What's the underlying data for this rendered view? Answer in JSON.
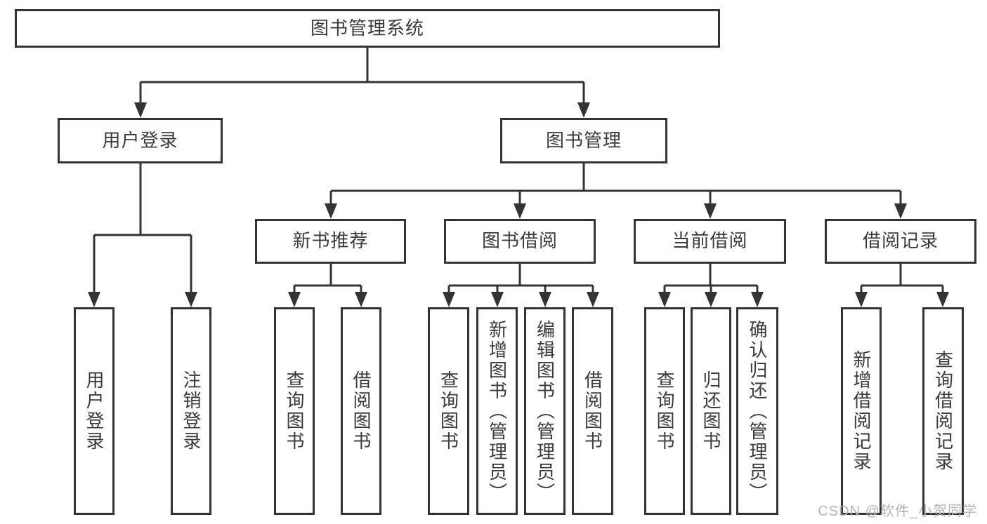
{
  "diagram": {
    "tree": {
      "label": "图书管理系统",
      "children": [
        {
          "label": "用户登录",
          "children": [
            {
              "label": "用户登录"
            },
            {
              "label": "注销登录"
            }
          ]
        },
        {
          "label": "图书管理",
          "children": [
            {
              "label": "新书推荐",
              "children": [
                {
                  "label": "查询图书"
                },
                {
                  "label": "借阅图书"
                }
              ]
            },
            {
              "label": "图书借阅",
              "children": [
                {
                  "label": "查询图书"
                },
                {
                  "label": "新增图书（管理员）"
                },
                {
                  "label": "编辑图书（管理员）"
                },
                {
                  "label": "借阅图书"
                }
              ]
            },
            {
              "label": "当前借阅",
              "children": [
                {
                  "label": "查询图书"
                },
                {
                  "label": "归还图书"
                },
                {
                  "label": "确认归还（管理员）"
                }
              ]
            },
            {
              "label": "借阅记录",
              "children": [
                {
                  "label": "新增借阅记录"
                },
                {
                  "label": "查询借阅记录"
                }
              ]
            }
          ]
        }
      ]
    },
    "colors": {
      "line": "#333333",
      "text": "#3a3a3a",
      "background": "#ffffff",
      "watermark": "#b5b5b5"
    }
  },
  "watermark": {
    "text": "CSDN @软件_小贺同学"
  }
}
